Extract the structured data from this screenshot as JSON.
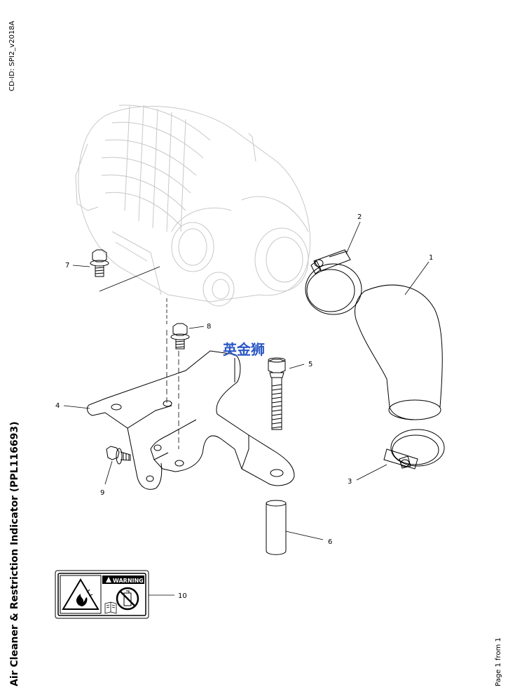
{
  "header": {
    "cd_id": "CD-ID: SPI2_v2018A"
  },
  "title": "Air Cleaner & Restriction Indicator (PPL116693)",
  "footer": {
    "page": "Page 1 from 1"
  },
  "watermark": "英金狮",
  "callouts": [
    "1",
    "2",
    "3",
    "4",
    "5",
    "6",
    "7",
    "8",
    "9",
    "10"
  ],
  "warning_label": {
    "text": "WARNING"
  },
  "icons": [
    "fire-hazard-icon",
    "no-ether-icon",
    "manual-book-icon"
  ]
}
